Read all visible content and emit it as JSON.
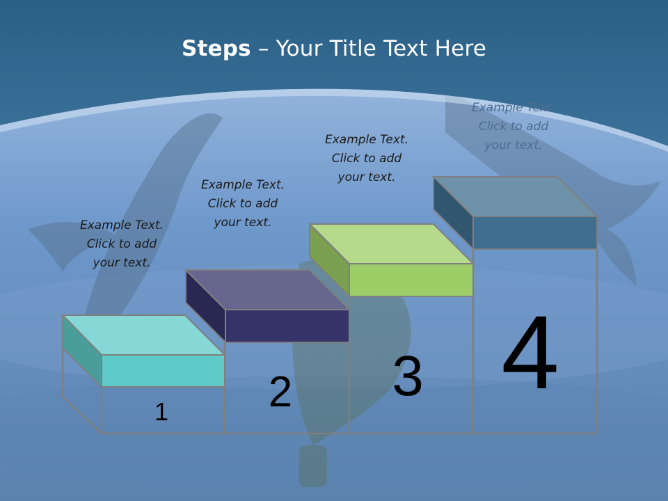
{
  "slide": {
    "title_bold": "Steps",
    "title_rest": " – Your Title Text Here"
  },
  "steps": [
    {
      "number": "1",
      "color": "#5ecbc8",
      "caption": [
        "Example Text.",
        "Click  to add",
        "your text."
      ]
    },
    {
      "number": "2",
      "color": "#34336a",
      "caption": [
        "Example Text.",
        "Click  to add",
        "your text."
      ]
    },
    {
      "number": "3",
      "color": "#9ccd66",
      "caption": [
        "Example Text.",
        "Click  to add",
        "your text."
      ]
    },
    {
      "number": "4",
      "color": "#3f6e8f",
      "caption": [
        "Example Text.",
        "Click  to add",
        "your text."
      ]
    }
  ]
}
